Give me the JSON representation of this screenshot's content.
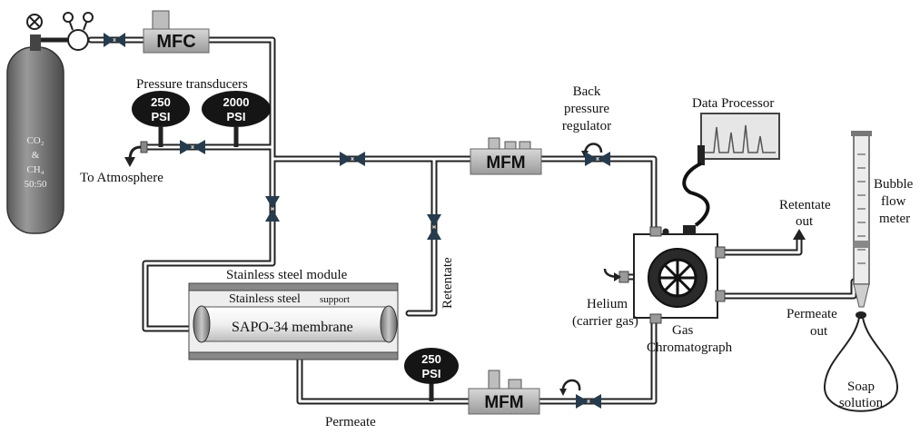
{
  "cylinder": {
    "line1": "CO₂",
    "line2": "&",
    "line3": "CH₄",
    "line4": "50:50"
  },
  "mfc_label": "MFC",
  "pressure_transducers_label": "Pressure transducers",
  "gauge_250": {
    "value": "250",
    "unit": "PSI"
  },
  "gauge_2000": {
    "value": "2000",
    "unit": "PSI"
  },
  "gauge_250_permeate": {
    "value": "250",
    "unit": "PSI"
  },
  "to_atmosphere_label": "To Atmosphere",
  "mfm_retentate_label": "MFM",
  "mfm_permeate_label": "MFM",
  "back_pressure_regulator": {
    "line1": "Back",
    "line2": "pressure",
    "line3": "regulator"
  },
  "data_processor_label": "Data Processor",
  "retentate_vertical_label": "Retentate",
  "module_label": "Stainless steel module",
  "support_label": {
    "main": "Stainless steel",
    "sub": "support"
  },
  "membrane_label": "SAPO-34 membrane",
  "permeate_label": "Permeate",
  "helium_label": {
    "line1": "Helium",
    "line2": "(carrier gas)"
  },
  "gc_label": {
    "line1": "Gas",
    "line2": "Chromatograph"
  },
  "retentate_out_label": {
    "line1": "Retentate",
    "line2": "out"
  },
  "permeate_out_label": {
    "line1": "Permeate",
    "line2": "out"
  },
  "bubble_meter_label": {
    "line1": "Bubble",
    "line2": "flow",
    "line3": "meter"
  },
  "soap_label": {
    "line1": "Soap",
    "line2": "solution"
  }
}
